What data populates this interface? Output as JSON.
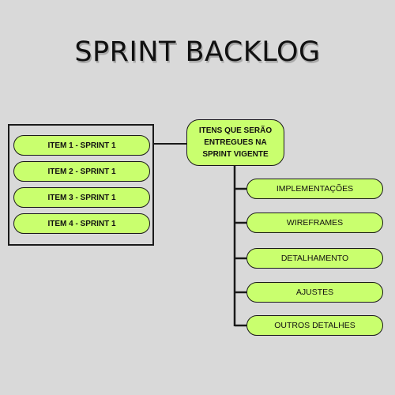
{
  "title": "SPRINT BACKLOG",
  "center_node": {
    "label": "ITENS QUE SERÃO ENTREGUES NA SPRINT VIGENTE"
  },
  "sprint_items": [
    "ITEM 1 - SPRINT 1",
    "ITEM 2 - SPRINT 1",
    "ITEM 3 - SPRINT 1",
    "ITEM 4 - SPRINT 1"
  ],
  "deliverables": [
    "IMPLEMENTAÇÕES",
    "WIREFRAMES",
    "DETALHAMENTO",
    "AJUSTES",
    "OUTROS DETALHES"
  ],
  "colors": {
    "background": "#d9d9d9",
    "node_fill": "#c9ff6e",
    "stroke": "#1a1a1a"
  }
}
